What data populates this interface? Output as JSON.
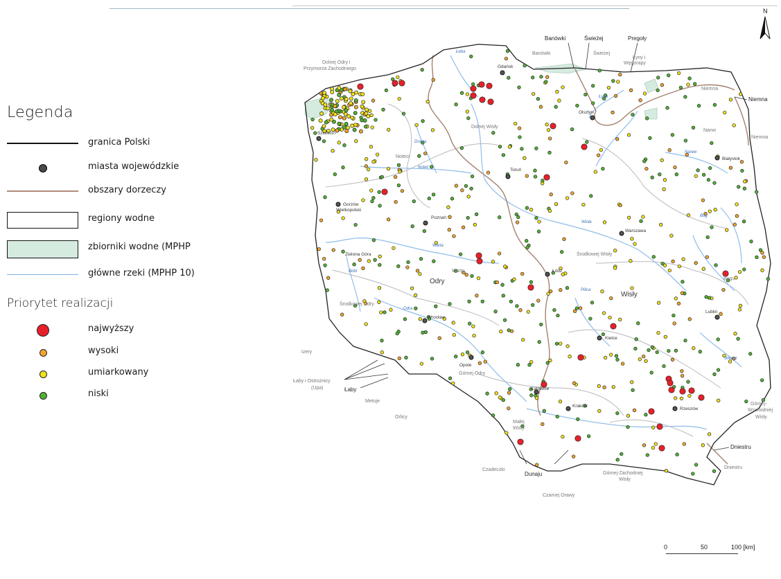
{
  "legend": {
    "title": "Legenda",
    "items": [
      {
        "label": "granica Polski"
      },
      {
        "label": "miasta wojewódzkie"
      },
      {
        "label": "obszary dorzeczy"
      },
      {
        "label": "regiony wodne"
      },
      {
        "label": "zbiorniki wodne (MPHP"
      },
      {
        "label": "główne rzeki (MPHP 10)"
      }
    ],
    "priority_title": "Priorytet realizacji",
    "priorities": [
      {
        "label": "najwyższy",
        "color": "#e8202a"
      },
      {
        "label": "wysoki",
        "color": "#f2a52c"
      },
      {
        "label": "umiarkowany",
        "color": "#f2e21c"
      },
      {
        "label": "niski",
        "color": "#52b234"
      }
    ]
  },
  "map": {
    "north": "N",
    "border_labels": {
      "banowki": "Banówki",
      "swiezej": "Świeżej",
      "pregoly": "Pregoły",
      "niemna": "Niemna",
      "dniestru": "Dniestru",
      "dunaju": "Dunaju",
      "laby": "Łaby"
    },
    "regions": {
      "dolnej_odry": "Dolnej Odry i",
      "dolnej_odry2": "Przymorza Zachodniego",
      "banowki_r": "Banówki",
      "swiezej_r": "Świeżej",
      "lyny": "Łyny i",
      "lyny2": "Węgorapy",
      "niemna_r": "Niemna",
      "niemna_r2": "Niemna",
      "narwi": "Narwi",
      "dolnej_wisly": "Dolnej Wisły",
      "noteci": "Noteci",
      "warty": "Warty",
      "srodkowej_wisly": "Środkowej Wisły",
      "bugu": "Bugu",
      "srodkowej_odry": "Środkowej Odry",
      "izery": "Izery",
      "laby_ostroznicy": "Łaby i Ostrożnicy",
      "upa": "(Upa)",
      "metuje": "Metuje",
      "orlicy": "Orlicy",
      "gornej_odry": "Górnej Odry",
      "malej_wisly": "Małej",
      "malej_wisly2": "Wisły",
      "czadeczki": "Czadeczki",
      "gornej_zach": "Górnej-Zachodniej",
      "gornej_zach2": "Wisły",
      "czarnej_orawy": "Czarnej Orawy",
      "gornej_wsch": "Górnej-",
      "gornej_wsch2": "Wschodniej",
      "gornej_wsch3": "Wisły",
      "dniestru_r": "Dniestru",
      "odry_big": "Odry",
      "wisly_big": "Wisły"
    },
    "cities": {
      "szczecin": "Szczecin",
      "gdansk": "Gdańsk",
      "olsztyn": "Olsztyn",
      "bialystok": "Białystok",
      "torun": "Toruń",
      "gorzow": "Gorzów",
      "gorzow2": "Wielkopolski",
      "poznan": "Poznań",
      "warszawa": "Warszawa",
      "zielona_gora": "Zielona Góra",
      "lodz": "Łódź",
      "lublin": "Lublin",
      "wroclaw": "Wrocław",
      "kielce": "Kielce",
      "opole": "Opole",
      "katowice": "Katowice",
      "krakow": "Kraków",
      "rzeszow": "Rzeszów"
    },
    "rivers": {
      "leba": "Łeba",
      "lyna": "Łyna",
      "narew": "Narew",
      "drawa": "Drawa",
      "notec": "Noteć",
      "wisla": "Wisła",
      "bug": "Bug",
      "warta": "Warta",
      "bobr": "Bóbr",
      "odra": "Odra",
      "pilica": "Pilica",
      "wieprz": "Wieprz"
    }
  },
  "scale": {
    "t0": "0",
    "t1": "50",
    "t2": "100 [km]"
  }
}
